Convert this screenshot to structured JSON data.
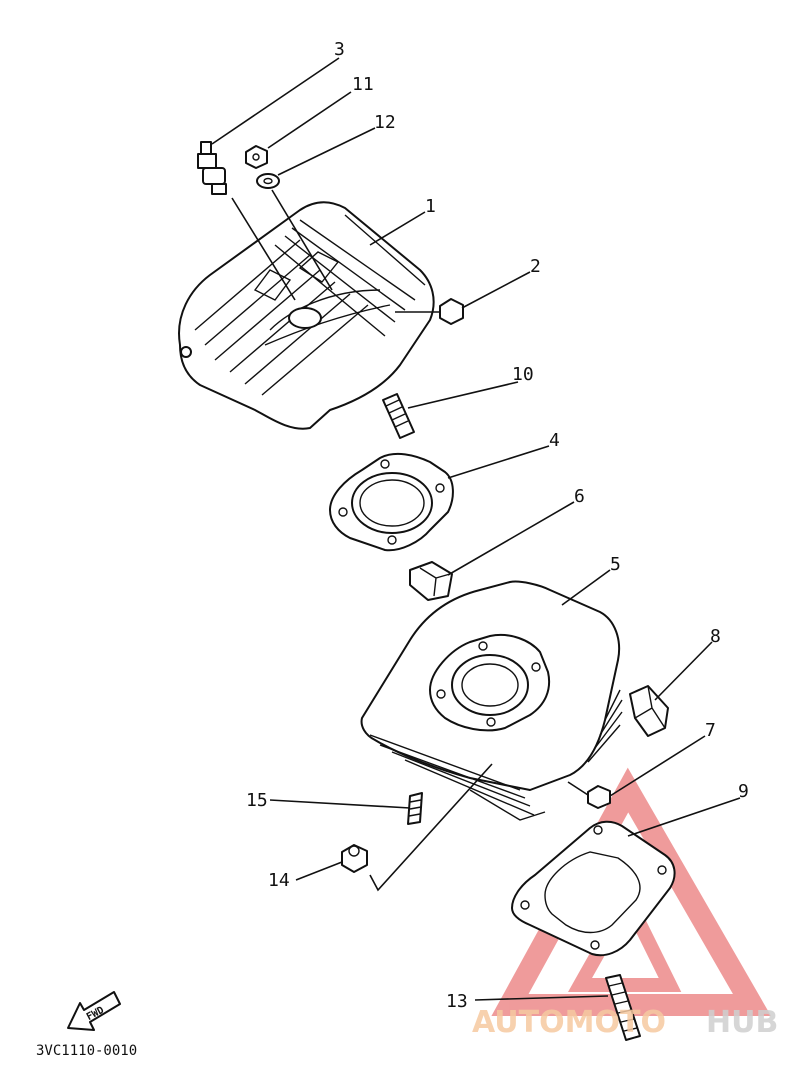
{
  "diagram": {
    "code": "3VC1110-0010",
    "fwd_label": "FWD",
    "callouts": [
      {
        "id": "1",
        "label": "1"
      },
      {
        "id": "2",
        "label": "2"
      },
      {
        "id": "3",
        "label": "3"
      },
      {
        "id": "4",
        "label": "4"
      },
      {
        "id": "5",
        "label": "5"
      },
      {
        "id": "6",
        "label": "6"
      },
      {
        "id": "7",
        "label": "7"
      },
      {
        "id": "8",
        "label": "8"
      },
      {
        "id": "9",
        "label": "9"
      },
      {
        "id": "10",
        "label": "10"
      },
      {
        "id": "11",
        "label": "11"
      },
      {
        "id": "12",
        "label": "12"
      },
      {
        "id": "13",
        "label": "13"
      },
      {
        "id": "14",
        "label": "14"
      },
      {
        "id": "15",
        "label": "15"
      }
    ]
  },
  "watermark": {
    "part1": "AUTOMOTO",
    "part2": "HUB",
    "color_primary": "#f0a46a",
    "color_secondary": "#bdbdbd",
    "triangle_color": "#e24a4a"
  }
}
